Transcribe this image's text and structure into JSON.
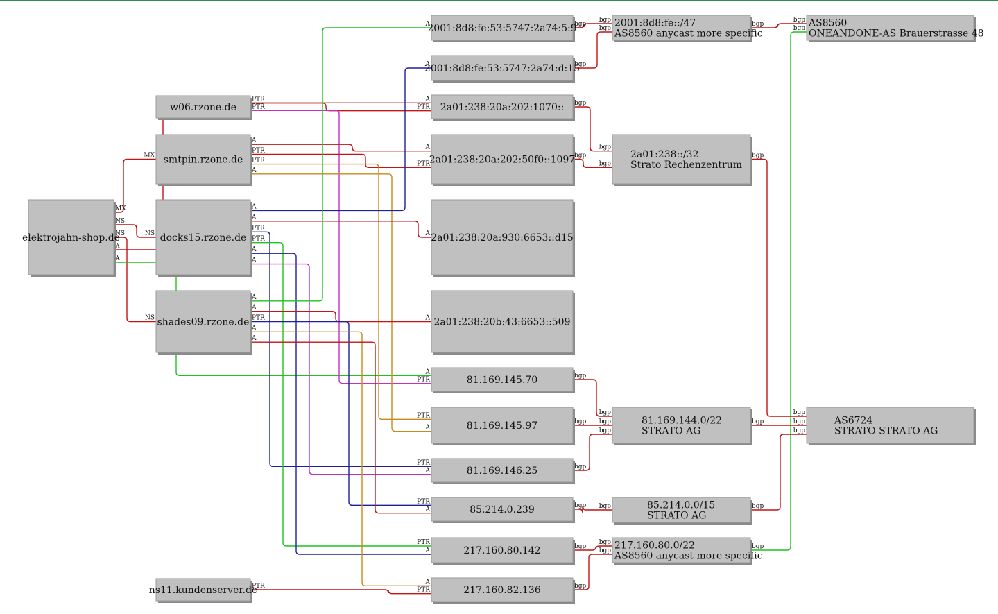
{
  "colors": {
    "red": "#c41414",
    "green": "#1ec21e",
    "blue": "#1f1f9a",
    "magenta": "#c42fc4",
    "orange": "#c88a1c"
  },
  "nodes": [
    {
      "id": "elektrojahn",
      "lines": [
        "elektrojahn-shop.de"
      ]
    },
    {
      "id": "w06",
      "lines": [
        "w06.rzone.de"
      ]
    },
    {
      "id": "smtpin",
      "lines": [
        "smtpin.rzone.de"
      ]
    },
    {
      "id": "docks15",
      "lines": [
        "docks15.rzone.de"
      ]
    },
    {
      "id": "shades09",
      "lines": [
        "shades09.rzone.de"
      ]
    },
    {
      "id": "ns11",
      "lines": [
        "ns11.kundenserver.de"
      ]
    },
    {
      "id": "v6_59",
      "lines": [
        "2001:8d8:fe:53:5747:2a74:5:9"
      ]
    },
    {
      "id": "v6_d15",
      "lines": [
        "2001:8d8:fe:53:5747:2a74:d:15"
      ]
    },
    {
      "id": "v6_1070",
      "lines": [
        "2a01:238:20a:202:1070::"
      ]
    },
    {
      "id": "v6_1097",
      "lines": [
        "2a01:238:20a:202:50f0::1097"
      ]
    },
    {
      "id": "v6_6653d15",
      "lines": [
        "2a01:238:20a:930:6653::d15"
      ]
    },
    {
      "id": "v6_509",
      "lines": [
        "2a01:238:20b:43:6653::509"
      ]
    },
    {
      "id": "ip70",
      "lines": [
        "81.169.145.70"
      ]
    },
    {
      "id": "ip97",
      "lines": [
        "81.169.145.97"
      ]
    },
    {
      "id": "ip25",
      "lines": [
        "81.169.146.25"
      ]
    },
    {
      "id": "ip239",
      "lines": [
        "85.214.0.239"
      ]
    },
    {
      "id": "ip142",
      "lines": [
        "217.160.80.142"
      ]
    },
    {
      "id": "ip136",
      "lines": [
        "217.160.82.136"
      ]
    },
    {
      "id": "pfx_fe47",
      "lines": [
        "2001:8d8:fe::/47",
        "AS8560 anycast more specific"
      ]
    },
    {
      "id": "pfx_238_32",
      "lines": [
        "2a01:238::/32",
        "Strato Rechenzentrum"
      ]
    },
    {
      "id": "pfx_81_22",
      "lines": [
        "81.169.144.0/22",
        "STRATO AG"
      ]
    },
    {
      "id": "pfx_85_15",
      "lines": [
        "85.214.0.0/15",
        "STRATO AG"
      ]
    },
    {
      "id": "pfx_217_22",
      "lines": [
        "217.160.80.0/22",
        "AS8560 anycast more specific"
      ]
    },
    {
      "id": "as8560",
      "lines": [
        "AS8560",
        "ONEANDONE-AS Brauerstrasse 48"
      ]
    },
    {
      "id": "as6724",
      "lines": [
        "AS6724",
        "STRATO STRATO AG"
      ]
    }
  ],
  "edges": [
    {
      "from": "elektrojahn",
      "to": "smtpin",
      "color": "red",
      "label": "MX",
      "to_label": "MX"
    },
    {
      "from": "elektrojahn",
      "to": "docks15",
      "color": "red",
      "label": "NS",
      "to_label": "NS"
    },
    {
      "from": "elektrojahn",
      "to": "shades09",
      "color": "red",
      "label": "NS",
      "to_label": "NS"
    },
    {
      "from": "elektrojahn",
      "to": "v6_1070",
      "color": "red",
      "label": "A",
      "to_label": "A"
    },
    {
      "from": "elektrojahn",
      "to": "ip70",
      "color": "green",
      "label": "A",
      "to_label": "A"
    },
    {
      "from": "w06",
      "to": "v6_1070",
      "color": "red",
      "label": "PTR",
      "to_label": "PTR"
    },
    {
      "from": "w06",
      "to": "ip70",
      "color": "magenta",
      "label": "PTR",
      "to_label": "PTR"
    },
    {
      "from": "smtpin",
      "to": "v6_1097",
      "color": "red",
      "label": "A",
      "to_label": "A"
    },
    {
      "from": "smtpin",
      "to": "v6_1097",
      "color": "red",
      "label": "PTR",
      "to_label": "PTR"
    },
    {
      "from": "smtpin",
      "to": "ip97",
      "color": "orange",
      "label": "PTR",
      "to_label": "PTR"
    },
    {
      "from": "smtpin",
      "to": "ip97",
      "color": "orange",
      "label": "A",
      "to_label": "A"
    },
    {
      "from": "docks15",
      "to": "v6_d15",
      "color": "blue",
      "label": "A",
      "to_label": "A"
    },
    {
      "from": "docks15",
      "to": "v6_6653d15",
      "color": "red",
      "label": "A",
      "to_label": "A"
    },
    {
      "from": "docks15",
      "to": "ip25",
      "color": "blue",
      "label": "PTR",
      "to_label": "PTR"
    },
    {
      "from": "docks15",
      "to": "ip142",
      "color": "green",
      "label": "PTR",
      "to_label": "PTR"
    },
    {
      "from": "docks15",
      "to": "ip142",
      "color": "blue",
      "label": "A",
      "to_label": "A"
    },
    {
      "from": "docks15",
      "to": "ip25",
      "color": "magenta",
      "label": "A",
      "to_label": "A"
    },
    {
      "from": "shades09",
      "to": "v6_59",
      "color": "green",
      "label": "A",
      "to_label": "A"
    },
    {
      "from": "shades09",
      "to": "v6_509",
      "color": "red",
      "label": "A",
      "to_label": "A"
    },
    {
      "from": "shades09",
      "to": "ip239",
      "color": "blue",
      "label": "PTR",
      "to_label": "PTR"
    },
    {
      "from": "shades09",
      "to": "ip136",
      "color": "orange",
      "label": "A",
      "to_label": "A"
    },
    {
      "from": "shades09",
      "to": "ip239",
      "color": "red",
      "label": "A",
      "to_label": "A"
    },
    {
      "from": "ns11",
      "to": "ip136",
      "color": "red",
      "label": "PTR",
      "to_label": "PTR"
    },
    {
      "from": "v6_59",
      "to": "pfx_fe47",
      "color": "red",
      "label": "bgp",
      "to_label": "bgp"
    },
    {
      "from": "v6_d15",
      "to": "pfx_fe47",
      "color": "red",
      "label": "bgp",
      "to_label": "bgp"
    },
    {
      "from": "v6_1070",
      "to": "pfx_238_32",
      "color": "red",
      "label": "bgp",
      "to_label": "bgp"
    },
    {
      "from": "v6_1097",
      "to": "pfx_238_32",
      "color": "red",
      "label": "bgp",
      "to_label": "bgp"
    },
    {
      "from": "ip70",
      "to": "pfx_81_22",
      "color": "red",
      "label": "bgp",
      "to_label": "bgp"
    },
    {
      "from": "ip97",
      "to": "pfx_81_22",
      "color": "red",
      "label": "bgp",
      "to_label": "bgp"
    },
    {
      "from": "ip25",
      "to": "pfx_81_22",
      "color": "red",
      "label": "bgp",
      "to_label": "bgp"
    },
    {
      "from": "ip239",
      "to": "pfx_85_15",
      "color": "red",
      "label": "bgp",
      "to_label": "bgp"
    },
    {
      "from": "ip142",
      "to": "pfx_217_22",
      "color": "red",
      "label": "bgp",
      "to_label": "bgp"
    },
    {
      "from": "ip136",
      "to": "pfx_217_22",
      "color": "red",
      "label": "bgp",
      "to_label": "bgp"
    },
    {
      "from": "pfx_fe47",
      "to": "as8560",
      "color": "red",
      "label": "bgp",
      "to_label": "bgp"
    },
    {
      "from": "pfx_217_22",
      "to": "as8560",
      "color": "green",
      "label": "bgp",
      "to_label": "bgp"
    },
    {
      "from": "pfx_238_32",
      "to": "as6724",
      "color": "red",
      "label": "bgp",
      "to_label": "bgp"
    },
    {
      "from": "pfx_81_22",
      "to": "as6724",
      "color": "red",
      "label": "bgp",
      "to_label": "bgp"
    },
    {
      "from": "pfx_85_15",
      "to": "as6724",
      "color": "red",
      "label": "bgp",
      "to_label": "bgp"
    }
  ]
}
